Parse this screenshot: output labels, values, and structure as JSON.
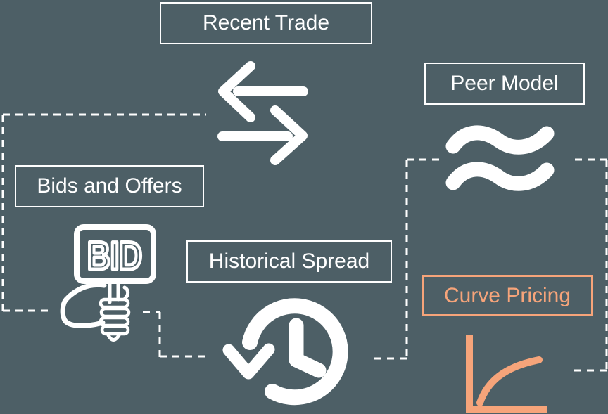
{
  "canvas": {
    "background_color": "#4d5f66",
    "white": "#ffffff",
    "accent_orange": "#f6a47a"
  },
  "nodes": {
    "recent_trade": "Recent Trade",
    "peer_model": "Peer Model",
    "bids_and_offers": "Bids and Offers",
    "historical_spread": "Historical Spread",
    "curve_pricing": "Curve Pricing"
  },
  "bid_sign": {
    "text": "BID"
  },
  "icons": {
    "recent_trade": "swap-arrows-icon",
    "peer_model": "approx-equal-icon",
    "bids_and_offers": "bid-paddle-icon",
    "historical_spread": "history-clock-icon",
    "curve_pricing": "curve-chart-icon"
  }
}
